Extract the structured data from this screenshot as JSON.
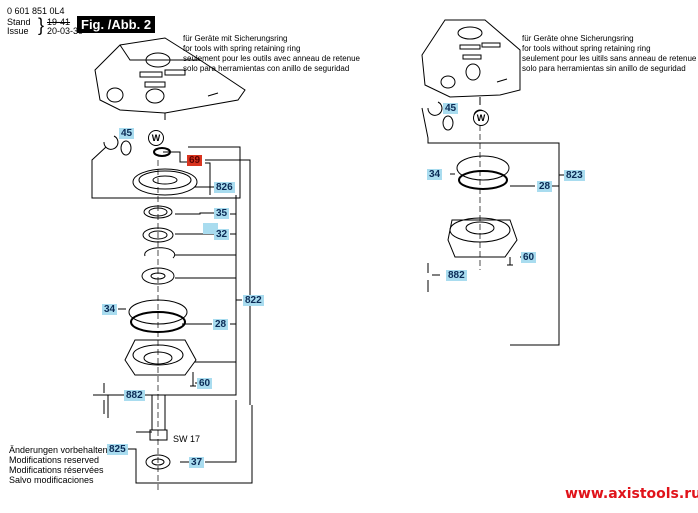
{
  "header": {
    "part_number": "0 601 851 0L4",
    "stand_label": "Stand",
    "issue_label": "Issue",
    "stand_value": "19-41",
    "issue_value": "20-03-30",
    "figure_label": "Fig. /Abb. 2"
  },
  "left_variant_note": [
    "für Geräte mit Sicherungsring",
    "for tools with spring retaining ring",
    "seulement pour les outils avec anneau de retenue",
    "solo para herramientas con anillo de seguridad"
  ],
  "right_variant_note": [
    "für Geräte ohne Sicherungsring",
    "for tools without spring retaining ring",
    "seulement pour les uitils sans anneau de retenue",
    "solo para herramientas sin anillo de seguridad"
  ],
  "left_parts": {
    "p45": "45",
    "w": "W",
    "p69": "69",
    "p826": "826",
    "p35": "35",
    "p32": "32",
    "p822": "822",
    "p34": "34",
    "p28": "28",
    "p60": "60",
    "p882": "882",
    "sw": "SW 17",
    "p825": "825",
    "p37": "37"
  },
  "right_parts": {
    "p45": "45",
    "w": "W",
    "p34": "34",
    "p28": "28",
    "p823": "823",
    "p60": "60",
    "p882": "882"
  },
  "modifications": [
    "Änderungen vorbehalten",
    "Modifications reserved",
    "Modifications réservées",
    "Salvo modificaciones"
  ],
  "colors": {
    "label_bg": "#a9dcef",
    "highlight_label_bg": "#d9341f",
    "url_color": "#e0131a"
  },
  "website": "www.axistools.ru"
}
